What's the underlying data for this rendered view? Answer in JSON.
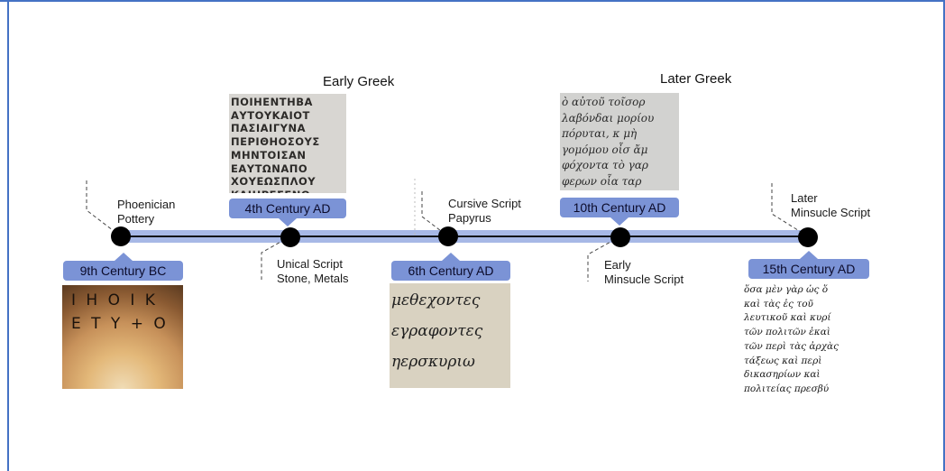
{
  "eras": {
    "early_greek": "Early Greek",
    "later_greek": "Later Greek"
  },
  "milestones": [
    {
      "date": "9th Century BC",
      "text_line1": "Phoenician",
      "text_line2": "Pottery"
    },
    {
      "date": "4th Century AD",
      "text_line1": "Unical Script",
      "text_line2": "Stone, Metals"
    },
    {
      "date": "6th Century AD",
      "text_line1": "Cursive Script",
      "text_line2": "Papyrus"
    },
    {
      "date": "10th Century AD",
      "text_line1": "Early",
      "text_line2": "Minsucle Script"
    },
    {
      "date": "15th Century AD",
      "text_line1": "Later",
      "text_line2": "Minsucle Script"
    }
  ],
  "samples": {
    "pottery": "Ι Η Ο Ι Κ\nΕ Τ Υ + Ο",
    "inscription": "ΠΟΙΗΕΝΤΗΒΑ\nΑΥΤΟΥΚΑΙΟΤ\nΠΑΣΙΑΙΓΥΝΑ\nΠΕΡΙΘΗΟΣΟΥΣ\nΜΗΝΤΟΙΣΑΝ\nΕΑΥΤΩΝΑΠΟ\nΧΟΥΕΩΣΠΛΟΥ\nΚΑΙΗΡΕΣΕΝΟ",
    "papyrus": "μεθεχοντες\nεγραφοντες\nηερσκυριω",
    "later": "ὸ αὐτοῦ τοῖσορ\nλαβόνδαι μορίου\nπόρυται, κ μὴ\nγομόμου οἶσ ἄμ\nφόχοντα τὸ γαρ\nφερων οἷα ταρ",
    "minuscule": "ὅσα μὲν γὰρ ὡς ὅ\nκαὶ τὰς ἐς τοῦ\nλευτικοῦ καὶ κυρί\nτῶν πολιτῶν ἐκαὶ\nτῶν περὶ τὰς ἀρχὰς\nτάξεως καὶ περὶ\nδικασηρίων καὶ\nπολιτείας πρεσβύ"
  }
}
